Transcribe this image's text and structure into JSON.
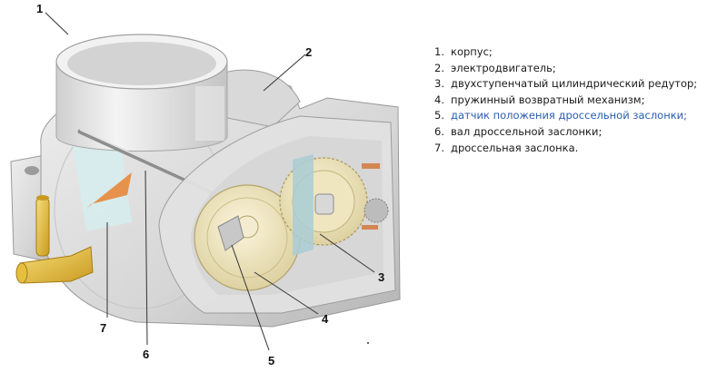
{
  "callouts": [
    "1",
    "2",
    "3",
    "4",
    "5",
    "6",
    "7"
  ],
  "legend": [
    {
      "num": "1.",
      "text": "корпус;"
    },
    {
      "num": "2.",
      "text": "электродвигатель;"
    },
    {
      "num": "3.",
      "text": "двухступенчатый цилиндрический редутор;"
    },
    {
      "num": "4.",
      "text": "пружинный возвратный механизм;"
    },
    {
      "num": "5.",
      "text": "датчик положения дроссельной заслонки;"
    },
    {
      "num": "6.",
      "text": "вал дроссельной заслонки;"
    },
    {
      "num": "7.",
      "text": "дроссельная заслонка."
    }
  ],
  "colors": {
    "body": "#dcdcdc",
    "body_shadow": "#b9b9b9",
    "gear": "#e9dfb6",
    "fitting": "#e3c24b",
    "glass": "#d7ecef",
    "flap": "#e8883a",
    "legend_link": "#2a5db0"
  }
}
